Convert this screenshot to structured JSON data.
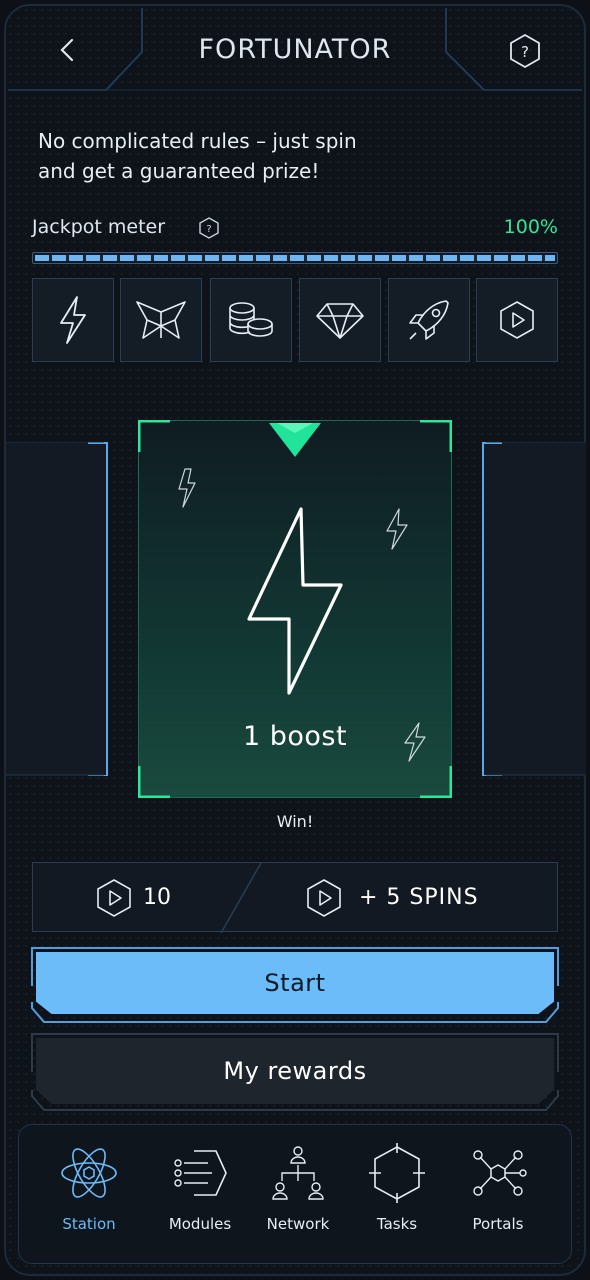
{
  "header": {
    "title": "FORTUNATOR"
  },
  "intro": {
    "line1": "No complicated rules – just spin",
    "line2": "and get a guaranteed prize!"
  },
  "jackpot": {
    "label": "Jackpot meter",
    "percent_label": "100%",
    "progress": 1.0
  },
  "prizes": [
    {
      "icon": "lightning-icon"
    },
    {
      "icon": "butterfly-icon"
    },
    {
      "icon": "coins-icon"
    },
    {
      "icon": "diamond-icon"
    },
    {
      "icon": "rocket-icon"
    },
    {
      "icon": "spin-ticket-icon"
    }
  ],
  "wheel": {
    "current_prize": "1 boost",
    "result": "Win!"
  },
  "spins": {
    "count": "10",
    "add_label": "+ 5 SPINS"
  },
  "buttons": {
    "start": "Start",
    "rewards": "My rewards"
  },
  "nav": {
    "items": [
      {
        "label": "Station",
        "icon": "atom-icon",
        "active": true
      },
      {
        "label": "Modules",
        "icon": "modules-icon",
        "active": false
      },
      {
        "label": "Network",
        "icon": "network-icon",
        "active": false
      },
      {
        "label": "Tasks",
        "icon": "tasks-icon",
        "active": false
      },
      {
        "label": "Portals",
        "icon": "portals-icon",
        "active": false
      }
    ]
  },
  "colors": {
    "accent": "#6bbcf8",
    "success": "#34e39a",
    "card_border": "#1d6a55"
  }
}
